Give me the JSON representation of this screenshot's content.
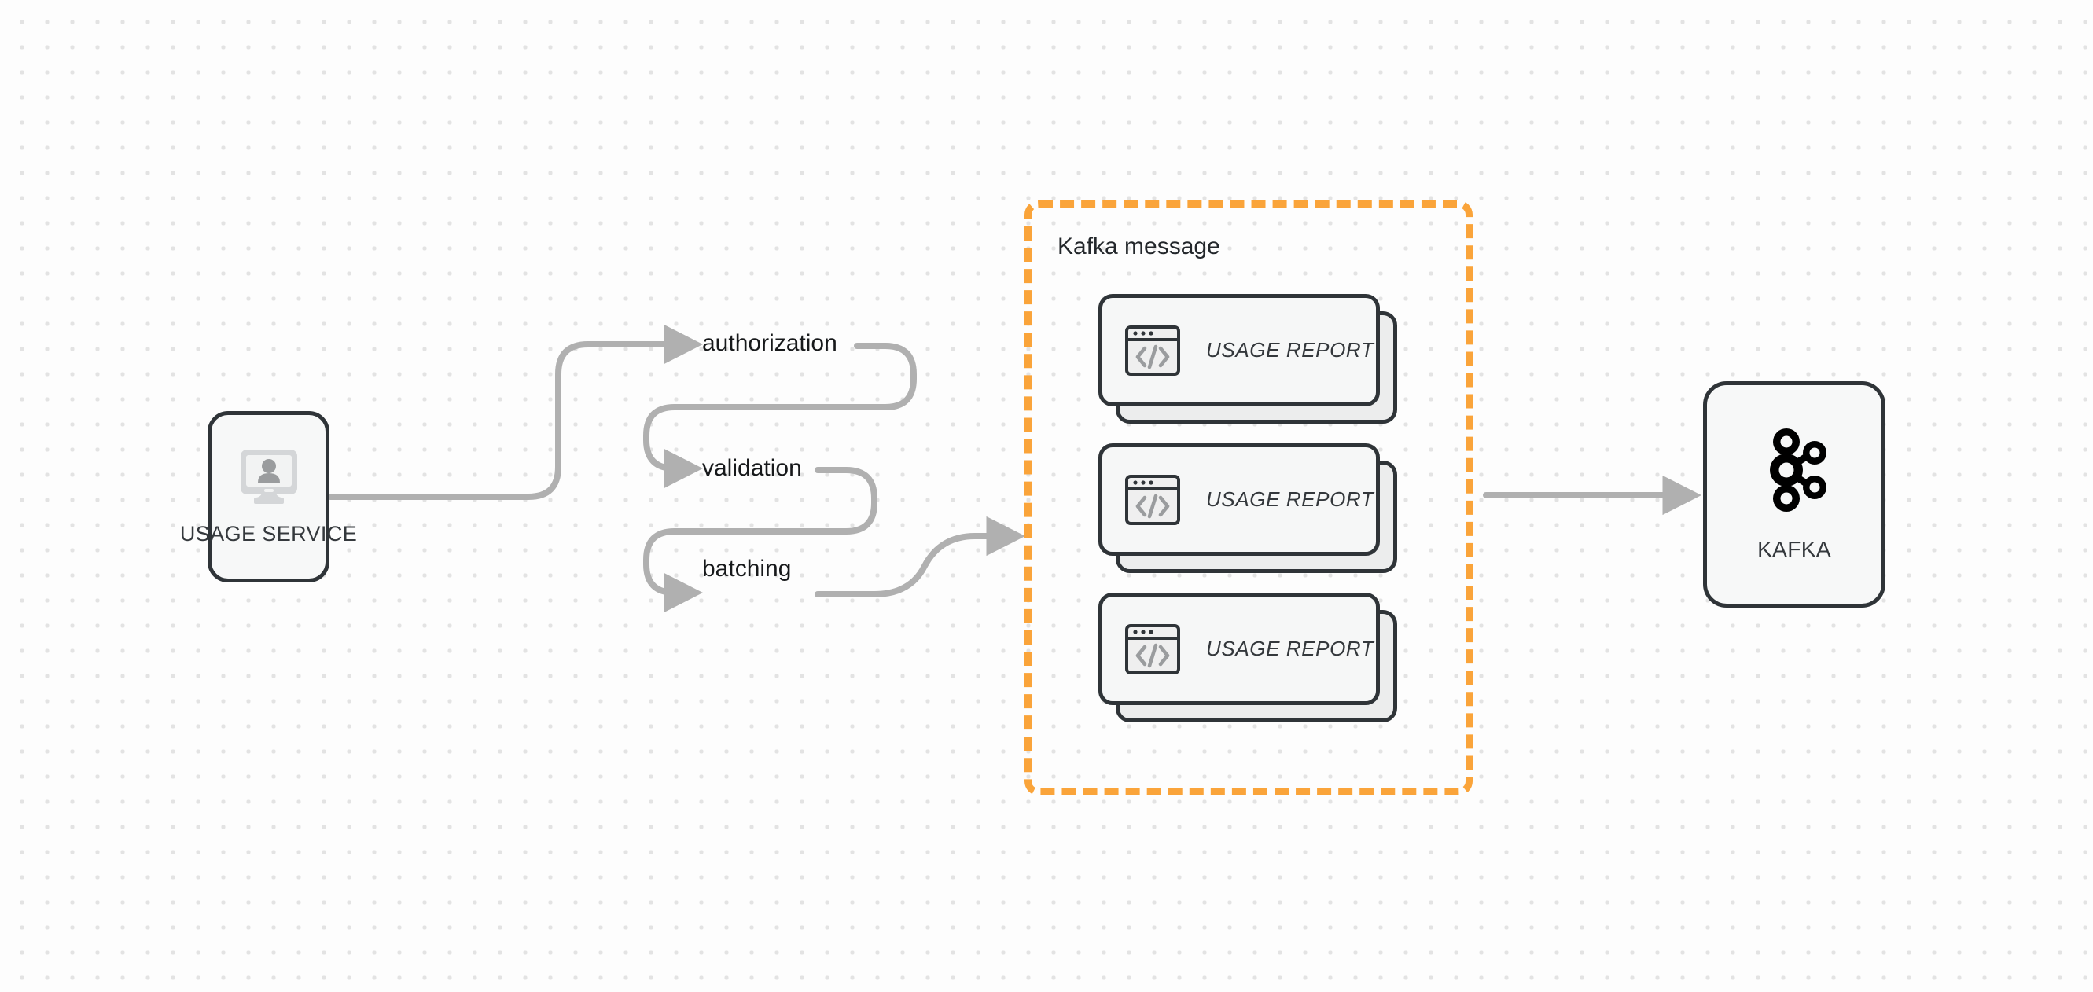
{
  "diagram": {
    "title": "Usage Service to Kafka flow",
    "background": {
      "style": "dot-grid",
      "dot_color": "#e3e3e3",
      "page_color": "#fdfdfd"
    }
  },
  "nodes": {
    "usage_service": {
      "label": "USAGE SERVICE",
      "icon": "monitor-user-icon",
      "border_color": "#2f3438",
      "fill_color": "#f7f8f8"
    },
    "kafka": {
      "label": "KAFKA",
      "icon": "kafka-logo-icon",
      "border_color": "#2f3438",
      "fill_color": "#f7f8f8"
    }
  },
  "group": {
    "title": "Kafka message",
    "border_color": "#faa43a",
    "border_style": "dashed",
    "cards": [
      {
        "label": "USAGE REPORT",
        "icon": "code-window-icon"
      },
      {
        "label": "USAGE REPORT",
        "icon": "code-window-icon"
      },
      {
        "label": "USAGE REPORT",
        "icon": "code-window-icon"
      }
    ]
  },
  "steps": [
    {
      "label": "authorization"
    },
    {
      "label": "validation"
    },
    {
      "label": "batching"
    }
  ],
  "connectors": {
    "color": "#b0b0b0",
    "edges": [
      {
        "from": "usage_service",
        "to": "authorization"
      },
      {
        "from": "authorization",
        "to": "validation"
      },
      {
        "from": "validation",
        "to": "batching"
      },
      {
        "from": "batching",
        "to": "kafka_message_group"
      },
      {
        "from": "kafka_message_group",
        "to": "kafka"
      }
    ]
  }
}
